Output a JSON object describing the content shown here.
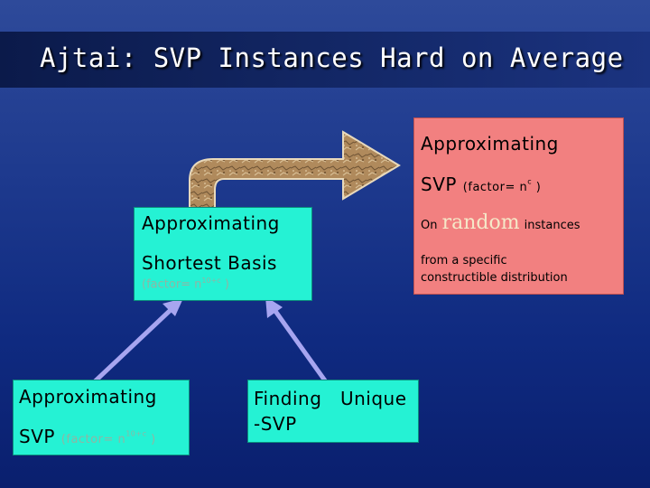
{
  "title": "Ajtai: SVP Instances Hard on Average",
  "pink_box": {
    "line1": "Approximating",
    "line2_main": "SVP",
    "line2_factor": "(factor= n",
    "line2_exp": "c",
    "line2_close": " )",
    "line3_on": "On",
    "line3_random": "random",
    "line3_instances": "instances",
    "line4": "from a specific",
    "line5": "constructible distribution"
  },
  "middle_box": {
    "line1": "Approximating",
    "line2": "Shortest Basis",
    "line3_factor": "(factor= n",
    "line3_exp": "10+c",
    "line3_close": " )"
  },
  "left_box": {
    "line1": "Approximating",
    "line2_main": "SVP",
    "line2_factor": "(factor= n",
    "line2_exp": "10+c",
    "line2_close": " )"
  },
  "right_box": {
    "line1": "Finding   Unique",
    "line2": "-SVP"
  },
  "colors": {
    "background": "#1e3a8e",
    "box_cyan": "#25f2d4",
    "box_pink": "#f28080",
    "arrow_lines": "#a7a5f0",
    "rock_arrow": "#b08a5c"
  },
  "icons": [
    "rock-textured-arrow"
  ]
}
